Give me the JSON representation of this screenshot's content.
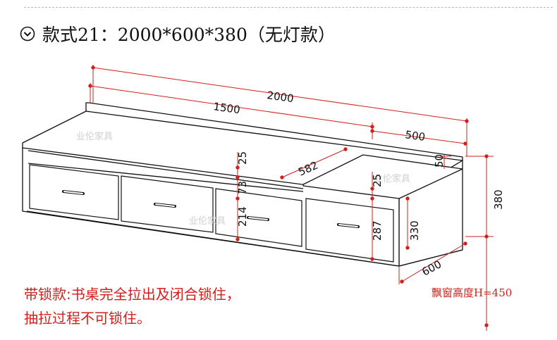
{
  "title": {
    "text": "款式21：2000*600*380（无灯款）",
    "icon": "chevron-down-circle-icon"
  },
  "dimensions": {
    "total_length": "2000",
    "desk_length": "1500",
    "cabinet_length": "500",
    "desk_depth": "582",
    "top_thickness": "50",
    "gap_top": "25",
    "drawer_band": "73",
    "lower_drawer": "214",
    "right_gap": "25",
    "right_drawer": "287",
    "right_inner_height": "330",
    "total_height": "380",
    "total_depth": "600"
  },
  "watermark": "业伦家具",
  "notes": {
    "line1": "带锁款:书桌完全拉出及闭合锁住，",
    "line2": "抽拉过程不可锁住。"
  },
  "bay_window_height": "飘窗高度H=450",
  "colors": {
    "dimension_red": "#d0201c",
    "line": "#111111",
    "watermark": "#cfcfcf"
  }
}
